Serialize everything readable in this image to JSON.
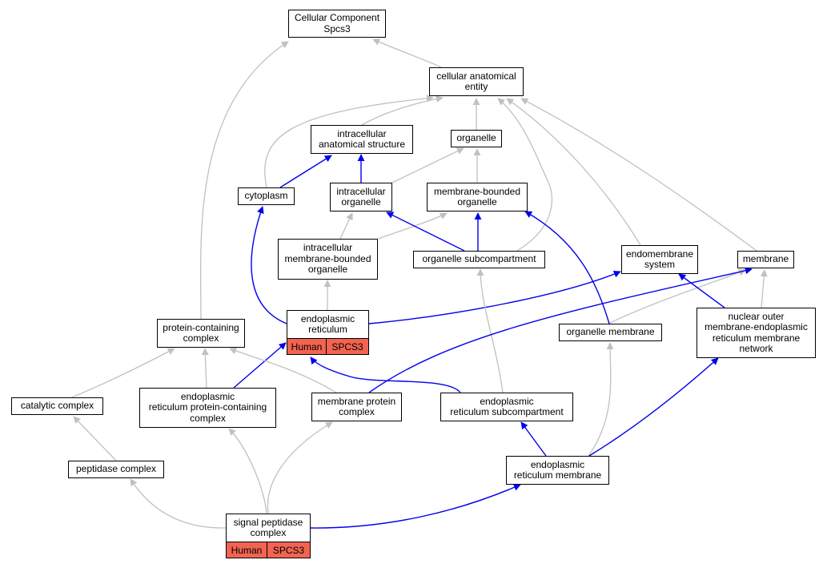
{
  "diagram": {
    "title": "",
    "nodes": [
      {
        "id": "cc",
        "lines": [
          "Cellular Component",
          "Spcs3"
        ]
      },
      {
        "id": "cae",
        "lines": [
          "cellular anatomical",
          "entity"
        ]
      },
      {
        "id": "ias",
        "lines": [
          "intracellular",
          "anatomical structure"
        ]
      },
      {
        "id": "org",
        "lines": [
          "organelle"
        ]
      },
      {
        "id": "cyt",
        "lines": [
          "cytoplasm"
        ]
      },
      {
        "id": "io",
        "lines": [
          "intracellular",
          "organelle"
        ]
      },
      {
        "id": "mbo",
        "lines": [
          "membrane-bounded",
          "organelle"
        ]
      },
      {
        "id": "imbo",
        "lines": [
          "intracellular",
          "membrane-bounded",
          "organelle"
        ]
      },
      {
        "id": "osc",
        "lines": [
          "organelle subcompartment"
        ]
      },
      {
        "id": "ems",
        "lines": [
          "endomembrane",
          "system"
        ]
      },
      {
        "id": "mem",
        "lines": [
          "membrane"
        ]
      },
      {
        "id": "er",
        "lines": [
          "endoplasmic",
          "reticulum"
        ],
        "tags": [
          "Human",
          "SPCS3"
        ]
      },
      {
        "id": "pcc",
        "lines": [
          "protein-containing",
          "complex"
        ]
      },
      {
        "id": "om",
        "lines": [
          "organelle membrane"
        ]
      },
      {
        "id": "nom",
        "lines": [
          "nuclear outer",
          "membrane-endoplasmic",
          "reticulum membrane",
          "network"
        ]
      },
      {
        "id": "cat",
        "lines": [
          "catalytic complex"
        ]
      },
      {
        "id": "erpcc",
        "lines": [
          "endoplasmic",
          "reticulum protein-containing",
          "complex"
        ]
      },
      {
        "id": "mpc",
        "lines": [
          "membrane protein",
          "complex"
        ]
      },
      {
        "id": "ersc",
        "lines": [
          "endoplasmic",
          "reticulum subcompartment"
        ]
      },
      {
        "id": "pep",
        "lines": [
          "peptidase complex"
        ]
      },
      {
        "id": "erm",
        "lines": [
          "endoplasmic",
          "reticulum membrane"
        ]
      },
      {
        "id": "spc",
        "lines": [
          "signal peptidase",
          "complex"
        ],
        "tags": [
          "Human",
          "SPCS3"
        ]
      }
    ],
    "edges": [
      {
        "from": "cae",
        "to": "cc",
        "rel": "is_a"
      },
      {
        "from": "pcc",
        "to": "cc",
        "rel": "is_a"
      },
      {
        "from": "ias",
        "to": "cae",
        "rel": "is_a"
      },
      {
        "from": "org",
        "to": "cae",
        "rel": "is_a"
      },
      {
        "from": "cyt",
        "to": "cae",
        "rel": "is_a"
      },
      {
        "from": "osc",
        "to": "cae",
        "rel": "is_a"
      },
      {
        "from": "ems",
        "to": "cae",
        "rel": "is_a"
      },
      {
        "from": "mem",
        "to": "cae",
        "rel": "is_a"
      },
      {
        "from": "cyt",
        "to": "ias",
        "rel": "part_of"
      },
      {
        "from": "io",
        "to": "ias",
        "rel": "part_of"
      },
      {
        "from": "io",
        "to": "org",
        "rel": "is_a"
      },
      {
        "from": "mbo",
        "to": "org",
        "rel": "is_a"
      },
      {
        "from": "imbo",
        "to": "io",
        "rel": "is_a"
      },
      {
        "from": "imbo",
        "to": "mbo",
        "rel": "is_a"
      },
      {
        "from": "osc",
        "to": "io",
        "rel": "part_of"
      },
      {
        "from": "osc",
        "to": "mbo",
        "rel": "part_of"
      },
      {
        "from": "er",
        "to": "imbo",
        "rel": "is_a"
      },
      {
        "from": "er",
        "to": "cyt",
        "rel": "part_of"
      },
      {
        "from": "er",
        "to": "ems",
        "rel": "part_of"
      },
      {
        "from": "om",
        "to": "mem",
        "rel": "is_a"
      },
      {
        "from": "om",
        "to": "mbo",
        "rel": "part_of"
      },
      {
        "from": "nom",
        "to": "mem",
        "rel": "is_a"
      },
      {
        "from": "nom",
        "to": "ems",
        "rel": "part_of"
      },
      {
        "from": "ersc",
        "to": "osc",
        "rel": "is_a"
      },
      {
        "from": "ersc",
        "to": "er",
        "rel": "part_of"
      },
      {
        "from": "erpcc",
        "to": "pcc",
        "rel": "is_a"
      },
      {
        "from": "erpcc",
        "to": "er",
        "rel": "part_of"
      },
      {
        "from": "mpc",
        "to": "pcc",
        "rel": "is_a"
      },
      {
        "from": "mpc",
        "to": "mem",
        "rel": "part_of"
      },
      {
        "from": "cat",
        "to": "pcc",
        "rel": "is_a"
      },
      {
        "from": "pep",
        "to": "cat",
        "rel": "is_a"
      },
      {
        "from": "erm",
        "to": "ersc",
        "rel": "part_of"
      },
      {
        "from": "erm",
        "to": "om",
        "rel": "is_a"
      },
      {
        "from": "erm",
        "to": "nom",
        "rel": "part_of"
      },
      {
        "from": "spc",
        "to": "pep",
        "rel": "is_a"
      },
      {
        "from": "spc",
        "to": "erpcc",
        "rel": "is_a"
      },
      {
        "from": "spc",
        "to": "mpc",
        "rel": "is_a"
      },
      {
        "from": "spc",
        "to": "erm",
        "rel": "part_of"
      }
    ]
  },
  "colors": {
    "is_a_edge": "#c0c0c0",
    "part_of_edge": "#0000ee",
    "tag_fill": "#f26450",
    "node_border": "#000000",
    "node_fill": "#ffffff"
  }
}
